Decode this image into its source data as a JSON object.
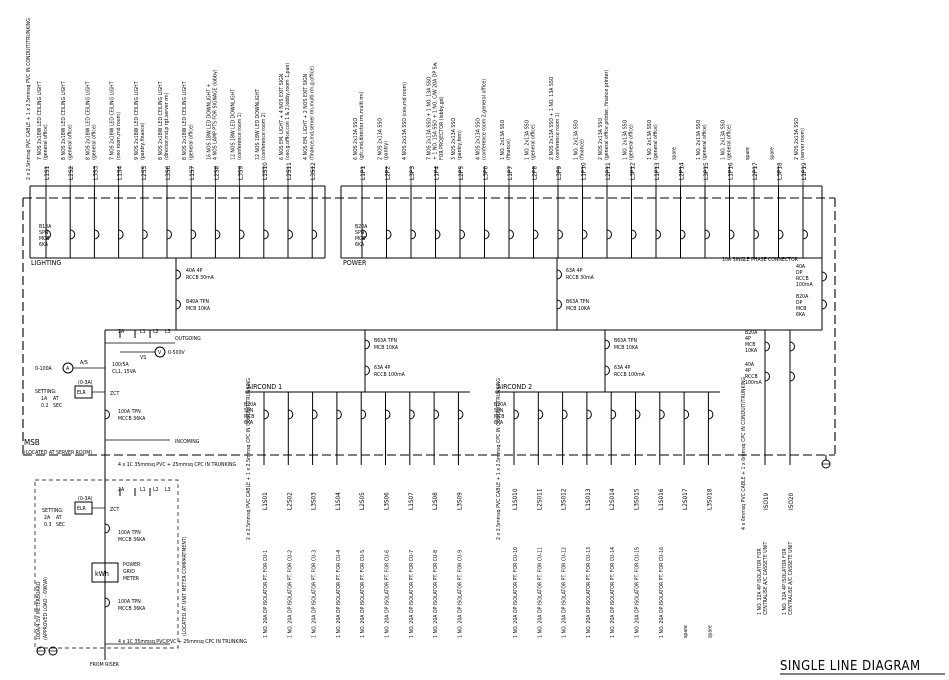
{
  "title": "SINGLE LINE DIAGRAM",
  "lighting": {
    "incomer_cable": "2 x 2.5mmsq PVC CABLE + 1 x 2.5mmsq PVC IN CONDUIT/TRUNKING",
    "bus_label": "LIGHTING",
    "mcb_label": [
      "B10A",
      "SPN",
      "MCB",
      "6KA"
    ],
    "circuits": [
      {
        "id": "L1S1",
        "desc": [
          "7 NOS 2x18W LED CEILING LIGHT",
          "(general office)"
        ]
      },
      {
        "id": "L2S2",
        "desc": [
          "8 NOS 2x18W LED CEILING LIGHT",
          "(general office)"
        ]
      },
      {
        "id": "L3S3",
        "desc": [
          "8 NOS 2x18W LED CEILING LIGHT",
          "(general office)"
        ]
      },
      {
        "id": "L1S4",
        "desc": [
          "7 NOS 2x18W LED CEILING LIGHT",
          "(ceo room,md room)"
        ]
      },
      {
        "id": "L2S5",
        "desc": [
          "9 NOS 2x18W LED CEILING LIGHT",
          "(pantry,finance)"
        ]
      },
      {
        "id": "L3S6",
        "desc": [
          "8 NOS 2x18W LED CEILING LIGHT",
          "(director,md,p rgt,server rm)"
        ]
      },
      {
        "id": "L1S7",
        "desc": [
          "8 NOS 2x18W LED CEILING LIGHT",
          "(general office)"
        ]
      },
      {
        "id": "L2S8",
        "desc": [
          "16 NOS 18W LED DOWNLIGHT +",
          "4 NOS LAMP PTS FOR SIGNAGE (lobby)"
        ]
      },
      {
        "id": "L3S9",
        "desc": [
          "12 NOS 18W LED DOWNLIGHT",
          "(conference room 1)"
        ]
      },
      {
        "id": "L1S10",
        "desc": [
          "12 NOS 18W LED DOWNLIGHT",
          "(conference room 2)"
        ]
      },
      {
        "id": "L2S11",
        "desc": [
          "6 NOS EM. LIGHT + 4 NOS EXIT SIGN",
          "(ceo,g.office,con 1 & 2,lobby,room 1,pan)"
        ]
      },
      {
        "id": "L3S12",
        "desc": [
          "4 NOS EM. LIGHT + 2 NOS EXIT SIGN",
          "(finance,md,server rm,multi rm,g.office)"
        ]
      }
    ]
  },
  "power": {
    "bus_label": "POWER",
    "mcb_label": [
      "B20A",
      "SPN",
      "MCB",
      "6KA"
    ],
    "spare_note": "10A SINGLE PHASE CONNECTOR",
    "circuits": [
      {
        "id": "L1P1",
        "desc": [
          "6 NOS 2x13A SSO",
          "(gfc,md,director rm,multi rm)"
        ]
      },
      {
        "id": "L2P2",
        "desc": [
          "2 NOS 2x13A SSO",
          "(pantry)"
        ]
      },
      {
        "id": "L3P3",
        "desc": [
          "4 NOS 2x13A SSO (ceo,md room)"
        ]
      },
      {
        "id": "L1P4",
        "desc": [
          "7 NOS 2x13A SSO + 1 NO. 13A SSO",
          "+ 1 NO. 15A SSO + 1 NO. C/W 20A DP Sw.",
          "FOR PROJECTOR (lobby,gd)"
        ]
      },
      {
        "id": "L2P5",
        "desc": [
          "3 NOS 2x13A SSO",
          "(pantry,hrm)"
        ]
      },
      {
        "id": "L3P6",
        "desc": [
          "4 NOS 2x13A SSO",
          "(conference room 2,general office)"
        ]
      },
      {
        "id": "L1P7",
        "desc": [
          "1 NO. 2x13A SSO",
          "(finance)"
        ]
      },
      {
        "id": "L2P8",
        "desc": [
          "1 NO. 2x13A SSO",
          "(general office)"
        ]
      },
      {
        "id": "L3P9",
        "desc": [
          "2 NOS 2x13A SSO + 1 NO. 13A SSO",
          "(conference room 1)"
        ]
      },
      {
        "id": "L1P10",
        "desc": [
          "1 NO. 2x13A SSO",
          "(finance)"
        ]
      },
      {
        "id": "L2P11",
        "desc": [
          "2 NOS 2x13A SSO",
          "(general office printer, finance printer)"
        ]
      },
      {
        "id": "L3P12",
        "desc": [
          "1 NO. 2x13A SSO",
          "(general office)"
        ]
      },
      {
        "id": "L1P13",
        "desc": [
          "1 NO. 2x13A SSO",
          "(general office)"
        ]
      },
      {
        "id": "L2P14",
        "desc": [
          "spare"
        ]
      },
      {
        "id": "L3P15",
        "desc": [
          "1 NO. 2x13A SSO",
          "(general office)"
        ]
      },
      {
        "id": "L1P16",
        "desc": [
          "1 NO. 2x13A SSO",
          "(general office)"
        ]
      },
      {
        "id": "L2P17",
        "desc": [
          "spare"
        ]
      },
      {
        "id": "L3P18",
        "desc": [
          "spare"
        ]
      },
      {
        "id": "L1P19",
        "desc": [
          "2 NOS 2x13A SSO",
          "(server room)"
        ]
      }
    ]
  },
  "protection": {
    "lighting_rccb": [
      "40A 4P",
      "RCCB 30mA"
    ],
    "lighting_mcb": [
      "B40A TPN",
      "MCB 10KA"
    ],
    "power_rccb": [
      "63A 4P",
      "RCCB 30mA"
    ],
    "power_mcb": [
      "B63A TPN",
      "MCB 10KA"
    ],
    "aircond1_mcb": [
      "B63A TPN",
      "MCB 10KA"
    ],
    "aircond1_rccb": [
      "63A 4P",
      "RCCB 100mA"
    ],
    "aircond2_mcb": [
      "B63A TPN",
      "MCB 10KA"
    ],
    "aircond2_rccb": [
      "63A 4P",
      "RCCB 100mA"
    ],
    "right_rccb": [
      "40A",
      "DP",
      "RCCB",
      "100mA"
    ],
    "right_mcb": [
      "B20A",
      "DP",
      "MCB",
      "6KA"
    ],
    "iso_mcb": [
      "B20A",
      "4P",
      "MCB",
      "10KA"
    ],
    "iso_rccb": [
      "40A",
      "4P",
      "RCCB",
      "100mA"
    ]
  },
  "incomer": {
    "outgoing": "OUTGOING",
    "phases": [
      "2A",
      "L1",
      "L2",
      "L3"
    ],
    "ammeter": "0-100A",
    "ammeter_symbol": "A",
    "as_label": "A/S",
    "ct_label": [
      "100/5A",
      "CL1, 15VA"
    ],
    "voltmeter": "0-500V",
    "voltmeter_symbol": "V",
    "vs_label": "VS",
    "setting": [
      "SETTING:",
      "1A",
      "0.2",
      "AT",
      "SEC"
    ],
    "elr": "ELR",
    "elr_range": "(0-3A)",
    "zct": "ZCT",
    "main_mccb": [
      "100A TPN",
      "MCCB 36KA"
    ],
    "incoming": "INCOMING",
    "msb": "MSB",
    "msb_location": "(LOCATED AT SERVER ROOM)"
  },
  "meterboard": {
    "riser_cable": "4 x 1C 35mmsq PVC + 25mmsq CPC IN TRUNKING",
    "riser_cable_bottom": "4 x 1C 35mmsq PVC/PVC + 25mmsq CPC IN TRUNKING",
    "phases": [
      "2A",
      "L1",
      "L2",
      "L3"
    ],
    "setting": [
      "SETTING:",
      "2A",
      "0.3",
      "AT",
      "SEC"
    ],
    "elr": "ELR",
    "elr_range": "(0-3A)",
    "zct": "ZCT",
    "mccb_top": [
      "100A TPN",
      "MCCB 36KA"
    ],
    "meter_symbol": "kWh",
    "meter_label": [
      "POWER",
      "GRID",
      "METER"
    ],
    "mccb_bottom": [
      "100A TPN",
      "MCCB 36KA"
    ],
    "board_label": [
      "100A/4.5V METERBOARD",
      "(APPROVED LOAD - 69KVA)"
    ],
    "location": "(LOCATED AT UNIT METER COMPARTMENT)",
    "from_riser": "FROM RISER"
  },
  "aircond1": {
    "label": "AIRCOND 1",
    "mcb_label": [
      "B20A",
      "SPN",
      "MCB",
      "6KA"
    ],
    "cable": "2 x 2.5mmsq PVC CABLE + 1 x 2.5mmsq CPC IN CONDUIT/TRUNKING",
    "circuits": [
      {
        "id": "L1S01",
        "desc": "1 NO. 20A DP ISOLATOR PT. FOR CU-1"
      },
      {
        "id": "L2S02",
        "desc": "1 NO. 20A DP ISOLATOR PT. FOR CU-2"
      },
      {
        "id": "L3S03",
        "desc": "1 NO. 20A DP ISOLATOR PT. FOR CU-3"
      },
      {
        "id": "L1S04",
        "desc": "1 NO. 20A DP ISOLATOR PT. FOR CU-4"
      },
      {
        "id": "L2S05",
        "desc": "1 NO. 20A DP ISOLATOR PT. FOR CU-5"
      },
      {
        "id": "L3S06",
        "desc": "1 NO. 20A DP ISOLATOR PT. FOR CU-6"
      },
      {
        "id": "L1S07",
        "desc": "1 NO. 20A DP ISOLATOR PT. FOR CU-7"
      },
      {
        "id": "L2S08",
        "desc": "1 NO. 20A DP ISOLATOR PT. FOR CU-8"
      },
      {
        "id": "L3S09",
        "desc": "1 NO. 20A DP ISOLATOR PT. FOR CU-9"
      }
    ]
  },
  "aircond2": {
    "label": "AIRCOND 2",
    "mcb_label": [
      "B20A",
      "SPN",
      "MCB",
      "6KA"
    ],
    "cable": "2 x 2.5mmsq PVC CABLE + 1 x 2.5mmsq CPC IN CONDUIT/TRUNKING",
    "circuits": [
      {
        "id": "L1S010",
        "desc": "1 NO. 20A DP ISOLATOR PT. FOR CU-10"
      },
      {
        "id": "L2S011",
        "desc": "1 NO. 20A DP ISOLATOR PT. FOR CU-11"
      },
      {
        "id": "L3S012",
        "desc": "1 NO. 20A DP ISOLATOR PT. FOR CU-12"
      },
      {
        "id": "L1S013",
        "desc": "1 NO. 20A DP ISOLATOR PT. FOR CU-13"
      },
      {
        "id": "L2S014",
        "desc": "1 NO. 20A DP ISOLATOR PT. FOR CU-14"
      },
      {
        "id": "L3S015",
        "desc": "1 NO. 20A DP ISOLATOR PT. FOR CU-15"
      },
      {
        "id": "L1S016",
        "desc": "1 NO. 20A DP ISOLATOR PT. FOR CU-16"
      },
      {
        "id": "L2S017",
        "desc": "spare"
      },
      {
        "id": "L3S018",
        "desc": "spare"
      }
    ]
  },
  "isolators": {
    "cable": "4 x 6mmsq PVC CABLE + 1 x 6mmsq CPC IN CONDUIT/TRUNKING",
    "circuits": [
      {
        "id": "ISO19",
        "desc": [
          "1 NO. 32A 4P ISOLATOR FOR",
          "CENTRALISE A/C CASSETE UNIT"
        ]
      },
      {
        "id": "ISO20",
        "desc": [
          "1 NO. 32A 4P ISOLATOR FOR",
          "CENTRALISE A/C CASSETE UNIT"
        ]
      }
    ]
  }
}
